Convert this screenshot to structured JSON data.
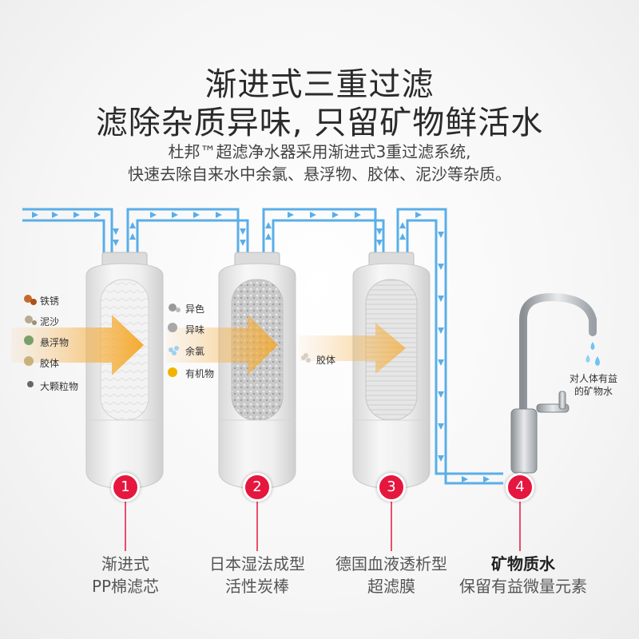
{
  "headline": {
    "line1": "渐进式三重过滤",
    "line2": "滤除杂质异味, 只留矿物鲜活水",
    "desc1": "杜邦™超滤净水器采用渐进式3重过滤系统,",
    "desc2": "快速去除自来水中余氯、悬浮物、胶体、泥沙等杂质。"
  },
  "stage1_impurities": [
    "铁锈",
    "泥沙",
    "悬浮物",
    "胶体",
    "大颗粒物"
  ],
  "stage2_impurities": [
    "异色",
    "异味",
    "余氯",
    "有机物"
  ],
  "stage3_impurities": [
    "胶体"
  ],
  "outlet_note": {
    "line1": "对人体有益",
    "line2": "的矿物水"
  },
  "steps": [
    {
      "number": "1",
      "line1": "渐进式",
      "line2": "PP棉滤芯"
    },
    {
      "number": "2",
      "line1": "日本湿法成型",
      "line2": "活性炭棒"
    },
    {
      "number": "3",
      "line1": "德国血液透析型",
      "line2": "超滤膜"
    },
    {
      "number": "4",
      "line1": "矿物质水",
      "line2": "保留有益微量元素"
    }
  ],
  "colors": {
    "pipe": "#5aaee8",
    "arrow": "#f5a623",
    "badge": "#e5173f"
  }
}
